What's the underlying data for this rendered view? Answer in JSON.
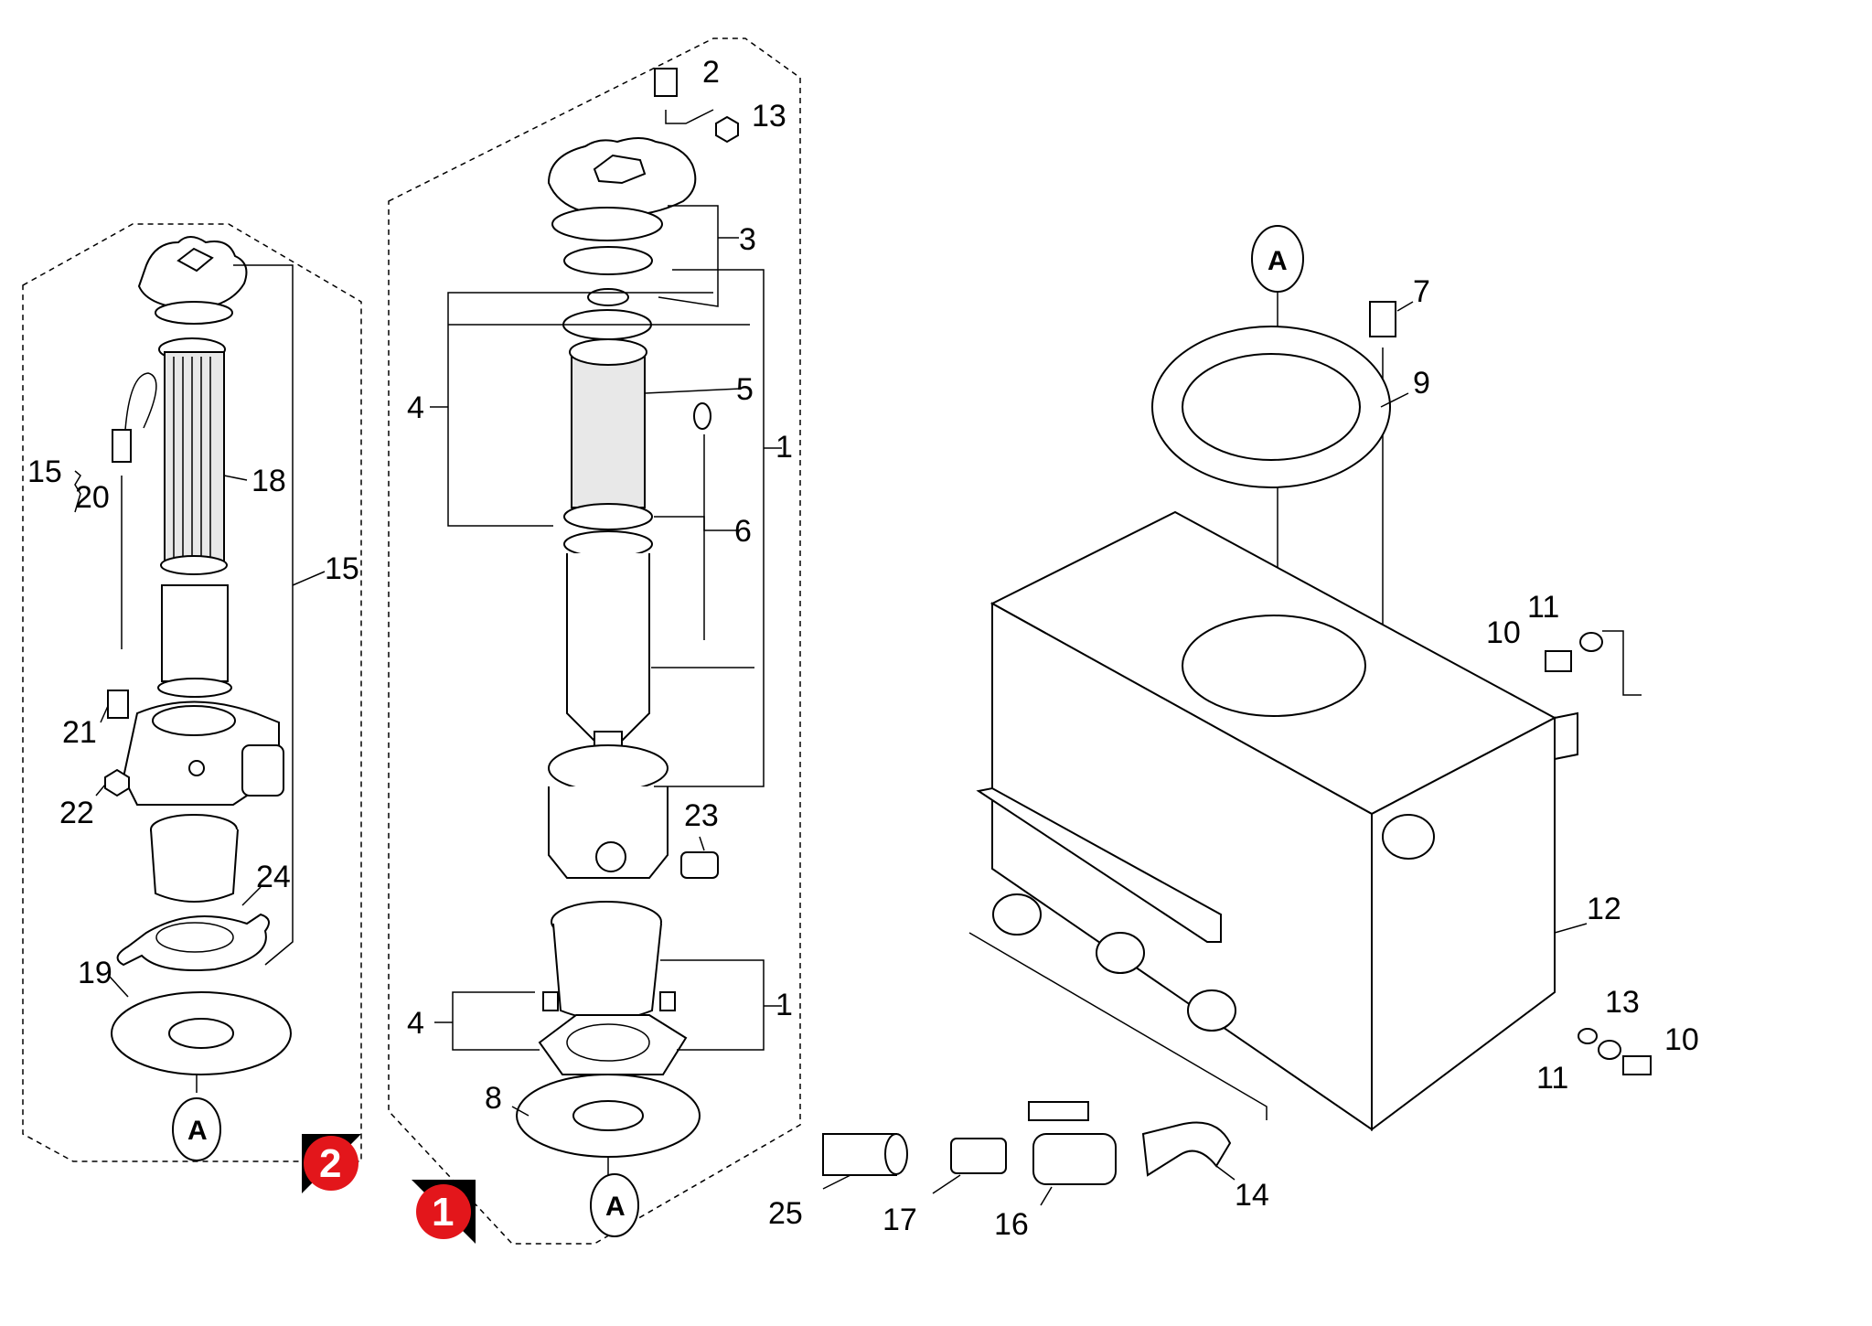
{
  "callouts": {
    "c1a": "1",
    "c1b": "1",
    "c2": "2",
    "c3": "3",
    "c4a": "4",
    "c4b": "4",
    "c5": "5",
    "c6": "6",
    "c7": "7",
    "c8": "8",
    "c9": "9",
    "c10a": "10",
    "c10b": "10",
    "c11a": "11",
    "c11b": "11",
    "c12": "12",
    "c13a": "13",
    "c13b": "13",
    "c14": "14",
    "c15a": "15",
    "c15b": "15",
    "c16": "16",
    "c17": "17",
    "c18": "18",
    "c19": "19",
    "c20": "20",
    "c21": "21",
    "c22": "22",
    "c23": "23",
    "c24": "24",
    "c25": "25"
  },
  "references": {
    "a1": "A",
    "a2": "A",
    "a3": "A"
  },
  "badges": {
    "variant_1": "1",
    "variant_2": "2"
  },
  "colors": {
    "badge": "#e3161b",
    "line": "#000000"
  }
}
